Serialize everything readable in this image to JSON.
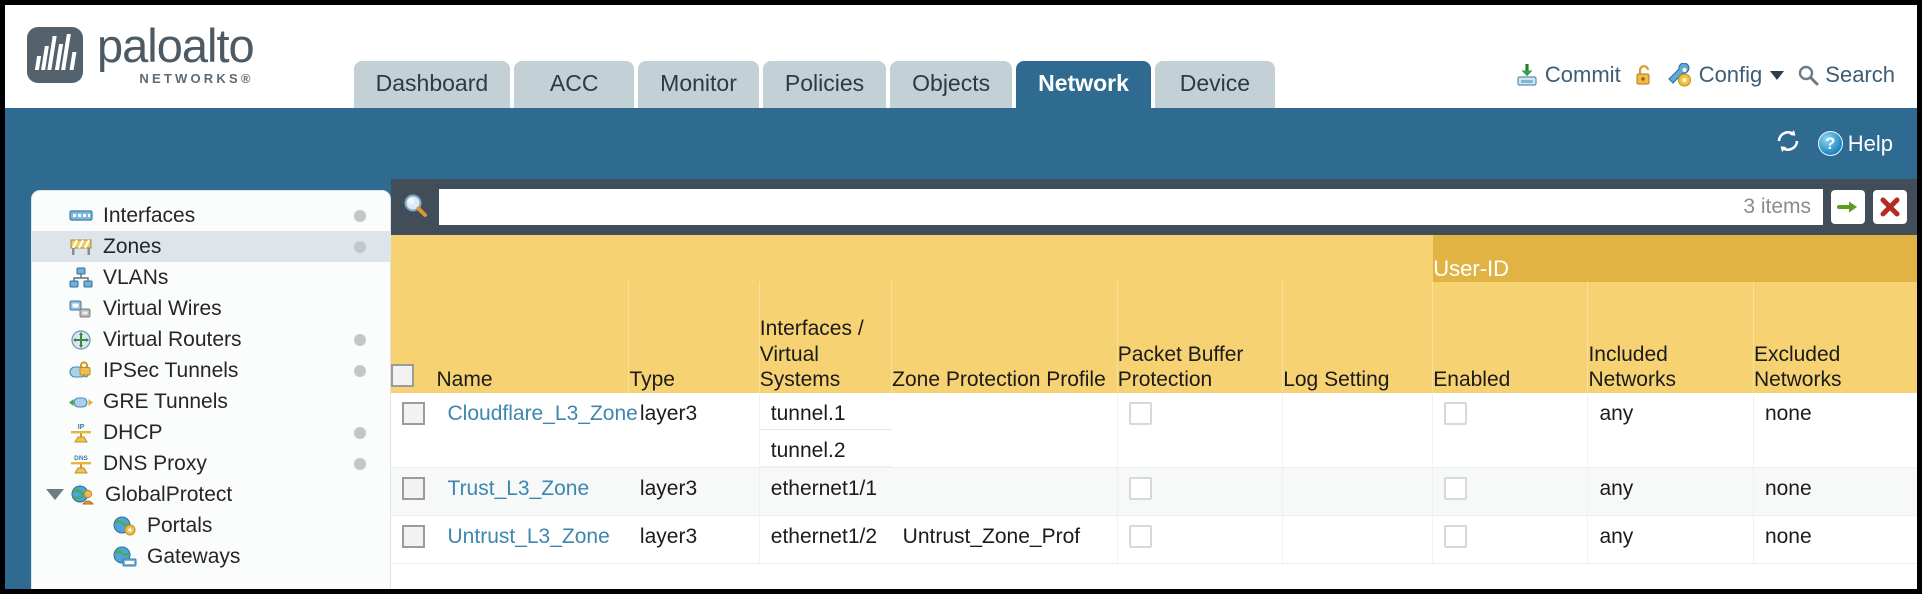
{
  "brand": {
    "name": "paloalto",
    "tagline": "NETWORKS®"
  },
  "tabs": [
    {
      "label": "Dashboard",
      "active": false
    },
    {
      "label": "ACC",
      "active": false
    },
    {
      "label": "Monitor",
      "active": false
    },
    {
      "label": "Policies",
      "active": false
    },
    {
      "label": "Objects",
      "active": false
    },
    {
      "label": "Network",
      "active": true
    },
    {
      "label": "Device",
      "active": false
    }
  ],
  "top_actions": {
    "commit": "Commit",
    "config": "Config",
    "search": "Search",
    "lock_icon": "unlock-icon",
    "commit_icon": "commit-save-icon",
    "config_icon": "config-key-icon",
    "search_icon": "search-magnifier-icon",
    "caret_icon": "chevron-down-icon"
  },
  "banner": {
    "refresh_icon": "refresh-icon",
    "help_label": "Help",
    "help_icon": "question-mark-icon"
  },
  "sidebar": {
    "items": [
      {
        "label": "Interfaces",
        "icon": "interfaces-icon",
        "selected": false,
        "dot": true,
        "level": 0
      },
      {
        "label": "Zones",
        "icon": "zones-icon",
        "selected": true,
        "dot": true,
        "level": 0
      },
      {
        "label": "VLANs",
        "icon": "vlans-icon",
        "selected": false,
        "dot": false,
        "level": 0
      },
      {
        "label": "Virtual Wires",
        "icon": "virtual-wires-icon",
        "selected": false,
        "dot": false,
        "level": 0
      },
      {
        "label": "Virtual Routers",
        "icon": "virtual-routers-icon",
        "selected": false,
        "dot": true,
        "level": 0
      },
      {
        "label": "IPSec Tunnels",
        "icon": "ipsec-tunnels-icon",
        "selected": false,
        "dot": true,
        "level": 0
      },
      {
        "label": "GRE Tunnels",
        "icon": "gre-tunnels-icon",
        "selected": false,
        "dot": false,
        "level": 0
      },
      {
        "label": "DHCP",
        "icon": "dhcp-icon",
        "selected": false,
        "dot": true,
        "level": 0
      },
      {
        "label": "DNS Proxy",
        "icon": "dns-proxy-icon",
        "selected": false,
        "dot": true,
        "level": 0
      },
      {
        "label": "GlobalProtect",
        "icon": "globalprotect-icon",
        "selected": false,
        "dot": false,
        "level": 0,
        "expander": "triangle-down-icon"
      },
      {
        "label": "Portals",
        "icon": "portals-icon",
        "selected": false,
        "dot": false,
        "level": 1
      },
      {
        "label": "Gateways",
        "icon": "gateways-icon",
        "selected": false,
        "dot": false,
        "level": 1
      }
    ]
  },
  "search": {
    "value": "",
    "placeholder": "",
    "items_count": "3 items",
    "go_icon": "green-arrow-right-icon",
    "clear_icon": "red-x-icon",
    "magnifier_icon": "search-magnifier-icon"
  },
  "table": {
    "group_header": "User-ID",
    "columns": [
      "Name",
      "Type",
      "Interfaces / Virtual Systems",
      "Zone Protection Profile",
      "Packet Buffer Protection",
      "Log Setting",
      "Enabled",
      "Included Networks",
      "Excluded Networks"
    ],
    "rows": [
      {
        "name": "Cloudflare_L3_Zone",
        "type": "layer3",
        "interfaces": [
          "tunnel.1",
          "tunnel.2"
        ],
        "zone_protection_profile": "",
        "packet_buffer_protection": false,
        "log_setting": "",
        "userid_enabled": false,
        "included_networks": "any",
        "excluded_networks": "none",
        "selected": false
      },
      {
        "name": "Trust_L3_Zone",
        "type": "layer3",
        "interfaces": [
          "ethernet1/1"
        ],
        "zone_protection_profile": "",
        "packet_buffer_protection": false,
        "log_setting": "",
        "userid_enabled": false,
        "included_networks": "any",
        "excluded_networks": "none",
        "selected": false
      },
      {
        "name": "Untrust_L3_Zone",
        "type": "layer3",
        "interfaces": [
          "ethernet1/2"
        ],
        "zone_protection_profile": "Untrust_Zone_Prof",
        "packet_buffer_protection": false,
        "log_setting": "",
        "userid_enabled": false,
        "included_networks": "any",
        "excluded_networks": "none",
        "selected": false
      }
    ]
  },
  "colors": {
    "brand_blue": "#2f6a91",
    "tab_inactive": "#c3d0d5",
    "table_header_gold": "#f7d272",
    "group_header_gold": "#e0b344",
    "search_bar_slate": "#414e5a",
    "link_blue": "#3d86b0"
  }
}
